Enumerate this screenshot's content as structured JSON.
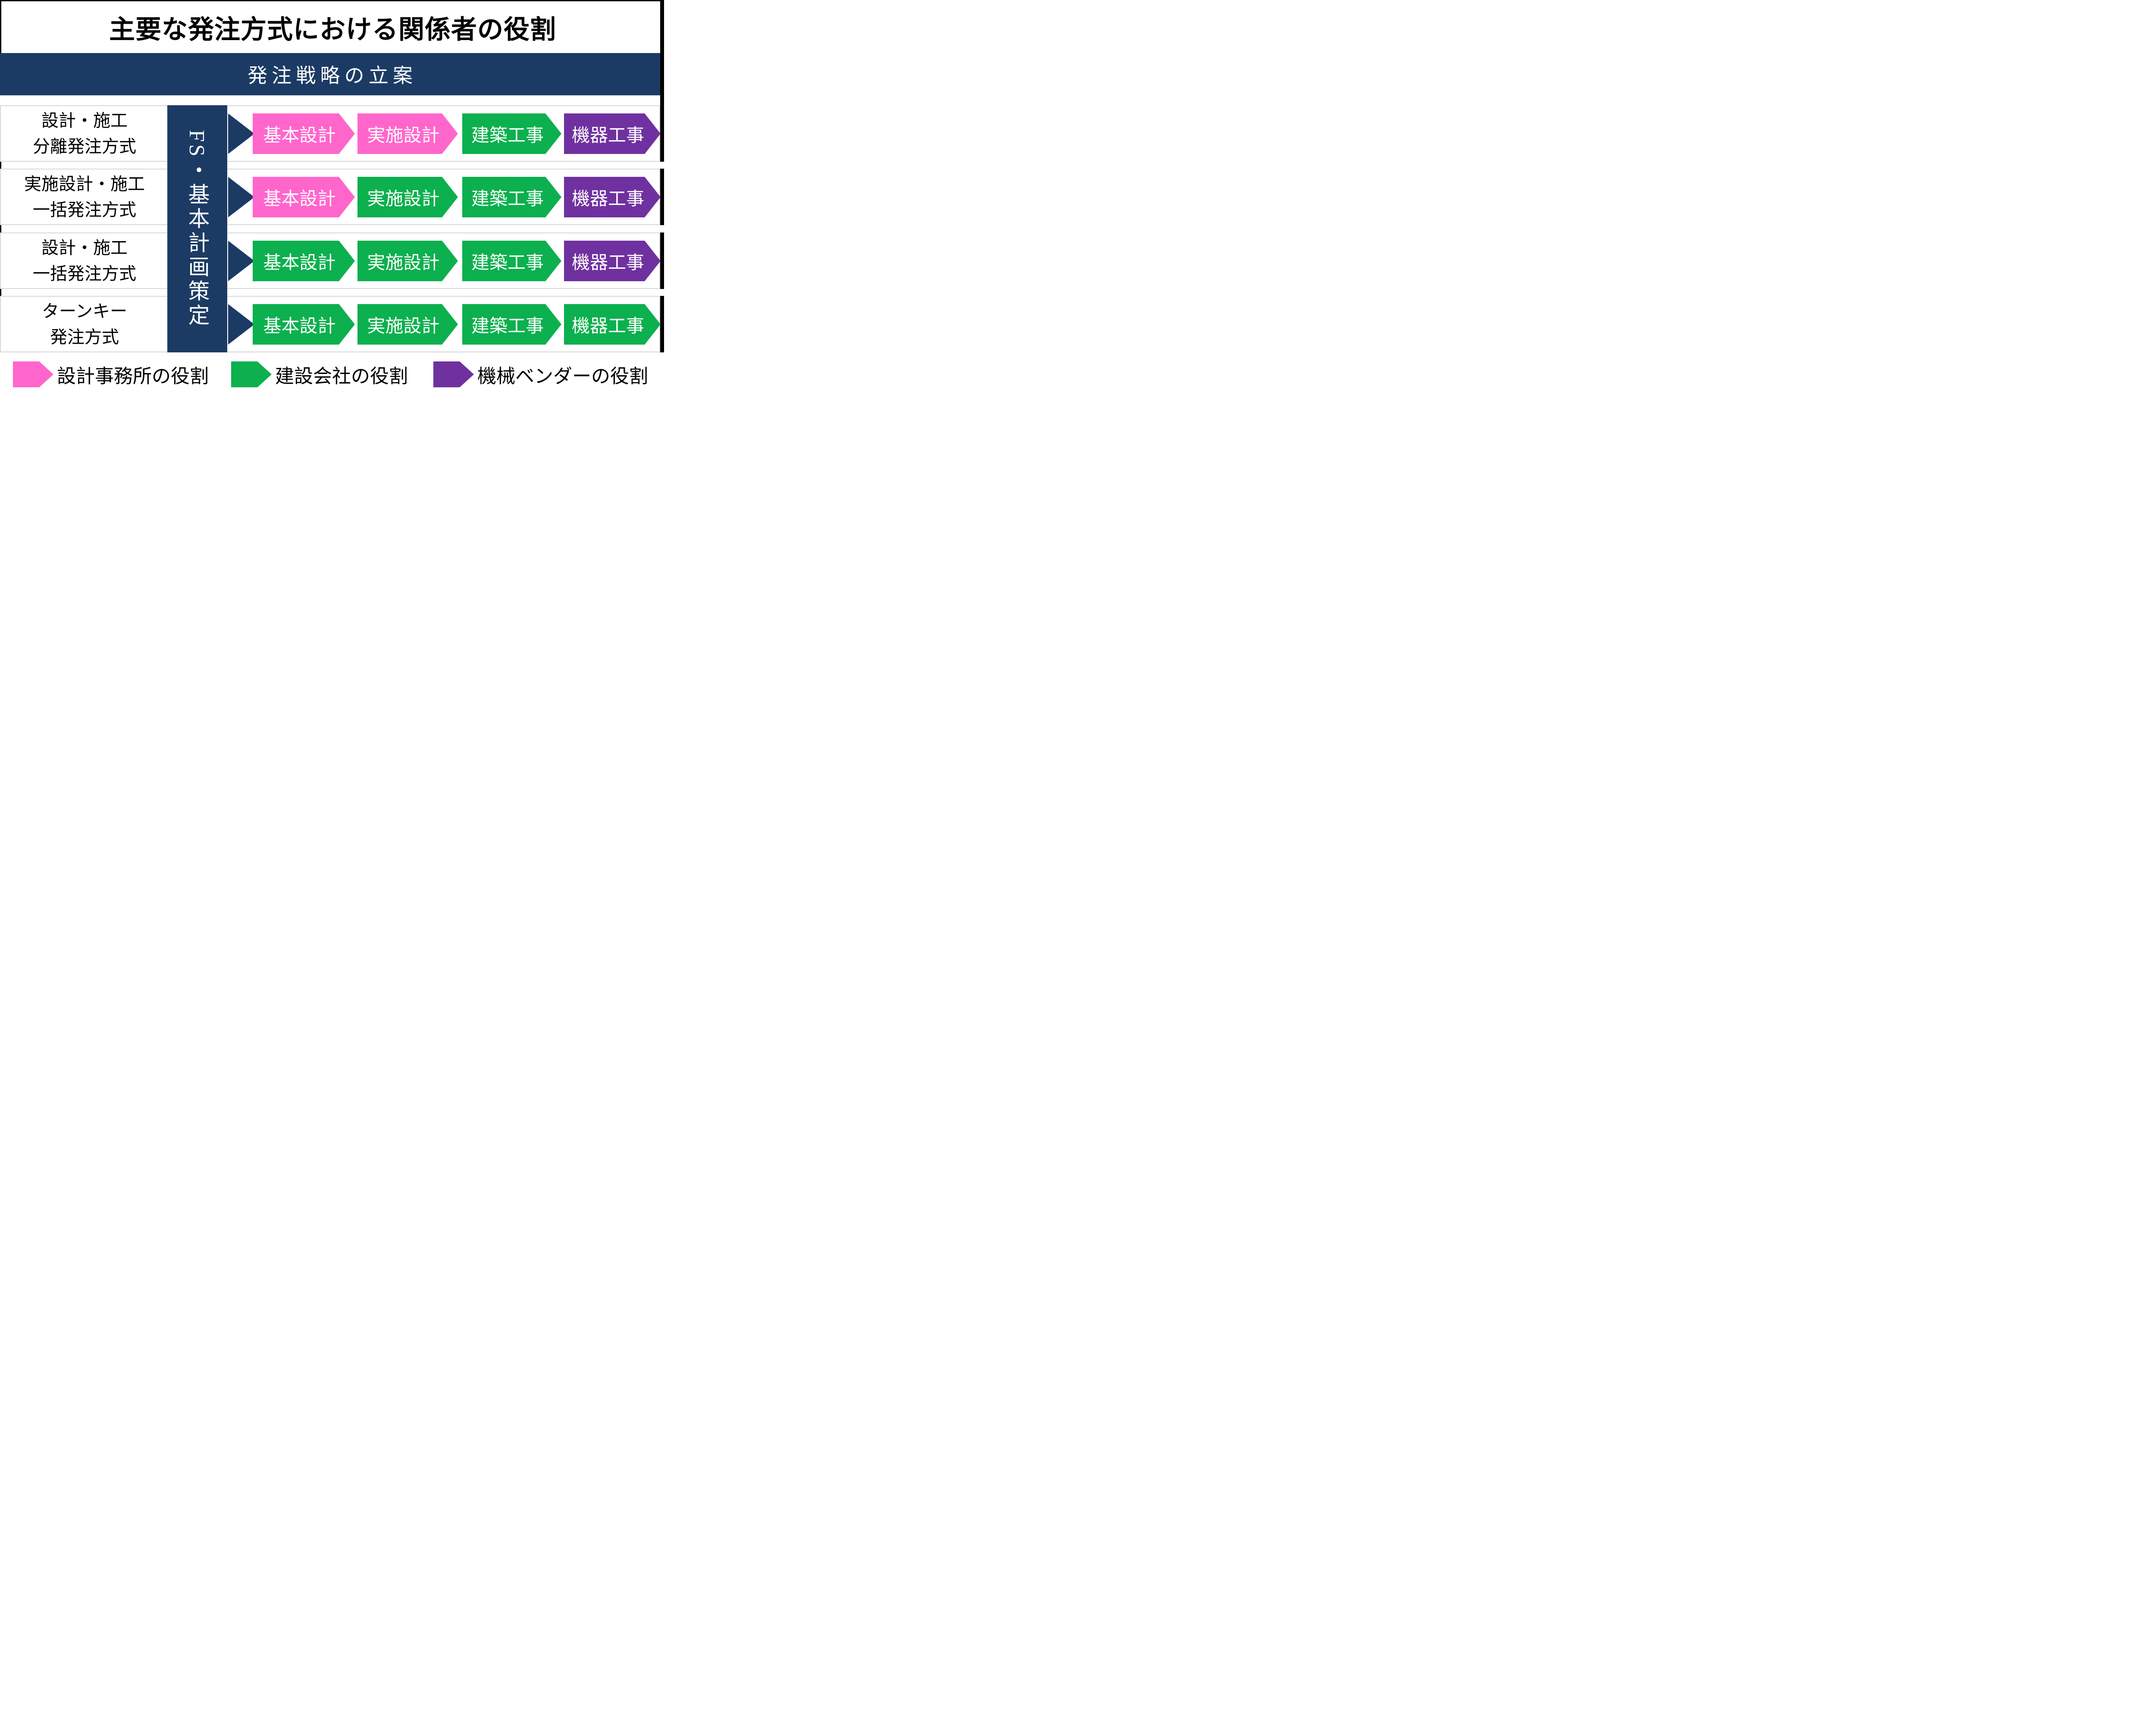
{
  "title": "主要な発注方式における関係者の役割",
  "banner": "発注戦略の立案",
  "fs_bar_label": "FS・基本計画策定",
  "colors": {
    "navy": "#1C3B64",
    "pink": "#FF66CC",
    "green": "#0CB04E",
    "purple": "#6F319F",
    "border_gray": "#D8D8DC",
    "black": "#000000",
    "white": "#FFFFFF"
  },
  "rows": [
    {
      "label_line1": "設計・施工",
      "label_line2": "分離発注方式",
      "stages": [
        {
          "label": "基本設計",
          "color": "pink"
        },
        {
          "label": "実施設計",
          "color": "pink"
        },
        {
          "label": "建築工事",
          "color": "green"
        },
        {
          "label": "機器工事",
          "color": "purple"
        }
      ]
    },
    {
      "label_line1": "実施設計・施工",
      "label_line2": "一括発注方式",
      "stages": [
        {
          "label": "基本設計",
          "color": "pink"
        },
        {
          "label": "実施設計",
          "color": "green"
        },
        {
          "label": "建築工事",
          "color": "green"
        },
        {
          "label": "機器工事",
          "color": "purple"
        }
      ]
    },
    {
      "label_line1": "設計・施工",
      "label_line2": "一括発注方式",
      "stages": [
        {
          "label": "基本設計",
          "color": "green"
        },
        {
          "label": "実施設計",
          "color": "green"
        },
        {
          "label": "建築工事",
          "color": "green"
        },
        {
          "label": "機器工事",
          "color": "purple"
        }
      ]
    },
    {
      "label_line1": "ターンキー",
      "label_line2": "発注方式",
      "stages": [
        {
          "label": "基本設計",
          "color": "green"
        },
        {
          "label": "実施設計",
          "color": "green"
        },
        {
          "label": "建築工事",
          "color": "green"
        },
        {
          "label": "機器工事",
          "color": "green"
        }
      ]
    }
  ],
  "legend": [
    {
      "label": "設計事務所の役割",
      "color": "pink"
    },
    {
      "label": "建設会社の役割",
      "color": "green"
    },
    {
      "label": "機械ベンダーの役割",
      "color": "purple"
    }
  ]
}
